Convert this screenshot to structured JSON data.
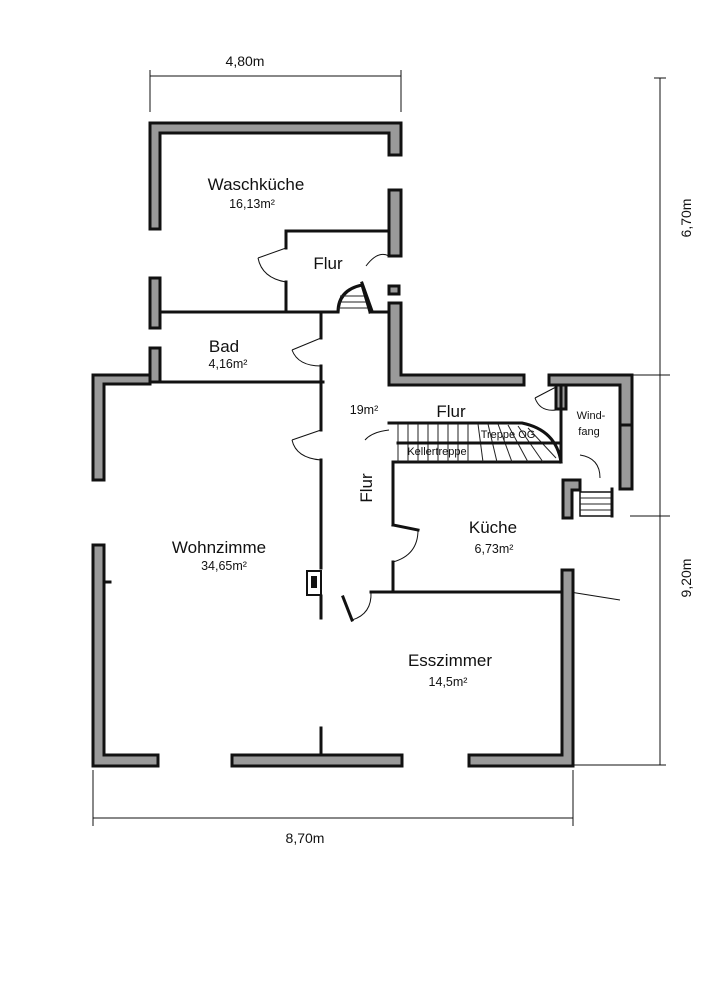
{
  "dimensions": {
    "top_width": "4,80m",
    "bottom_width": "8,70m",
    "right_upper_height": "6,70m",
    "right_lower_height": "9,20m"
  },
  "rooms": {
    "waschkueche": {
      "name": "Waschküche",
      "area": "16,13m²"
    },
    "flur_upper": {
      "name": "Flur"
    },
    "bad": {
      "name": "Bad",
      "area": "4,16m²"
    },
    "flur_main": {
      "name": "Flur",
      "area": "19m²"
    },
    "flur_vertical": {
      "name": "Flur"
    },
    "windfang": {
      "line1": "Wind-",
      "line2": "fang"
    },
    "kueche": {
      "name": "Küche",
      "area": "6,73m²"
    },
    "wohnzimmer": {
      "name": "Wohnzimme",
      "area": "34,65m²"
    },
    "esszimmer": {
      "name": "Esszimmer",
      "area": "14,5m²"
    }
  },
  "stairs": {
    "treppe_og": "Treppe OG",
    "kellertreppe": "Kellertreppe"
  },
  "colors": {
    "wall_fill": "#9a9a9a",
    "line": "#111111",
    "background": "#ffffff"
  }
}
